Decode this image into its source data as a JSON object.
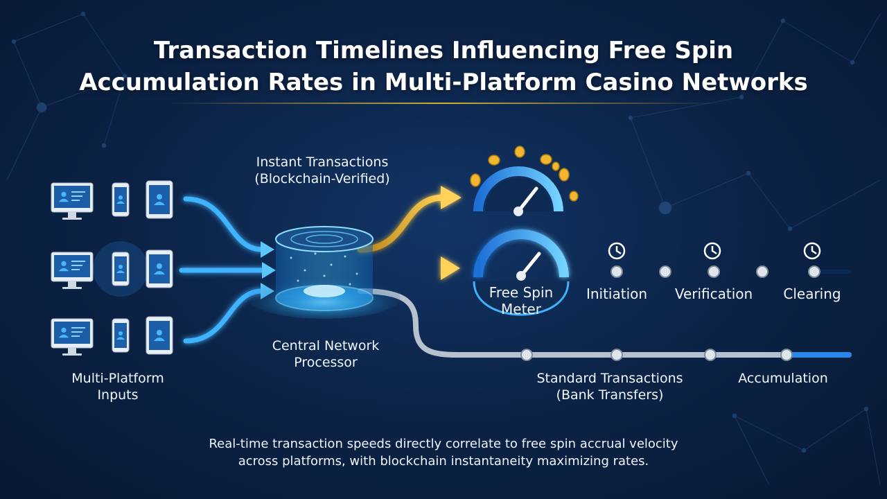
{
  "title": {
    "line1": "Transaction Timelines Influencing Free Spin",
    "line2": "Accumulation Rates in Multi-Platform Casino Networks"
  },
  "inputs": {
    "label_line1": "Multi-Platform",
    "label_line2": "Inputs",
    "device_rows": [
      [
        "monitor",
        "phone",
        "tablet"
      ],
      [
        "monitor",
        "phone",
        "tablet"
      ],
      [
        "monitor",
        "phone",
        "tablet"
      ]
    ]
  },
  "processor": {
    "label_line1": "Central Network",
    "label_line2": "Processor"
  },
  "instant": {
    "label_line1": "Instant Transactions",
    "label_line2": "(Blockchain-Verified)"
  },
  "meter": {
    "label_line1": "Free Spin",
    "label_line2": "Meter"
  },
  "fast_timeline": {
    "stages": [
      "Initiation",
      "Verification",
      "Clearing"
    ]
  },
  "standard": {
    "label_line1": "Standard Transactions",
    "label_line2": "(Bank Transfers)",
    "stage": "Accumulation"
  },
  "footer": {
    "line1": "Real-time transaction speeds directly correlate to free spin accrual velocity",
    "line2": "across platforms, with blockchain instantaneity maximizing rates."
  },
  "colors": {
    "background": "#0c2448",
    "accent_blue": "#3fb3ff",
    "accent_gold": "#f2b632",
    "rule_gold": "#d4af37",
    "slow_path": "#b8c2cf"
  }
}
